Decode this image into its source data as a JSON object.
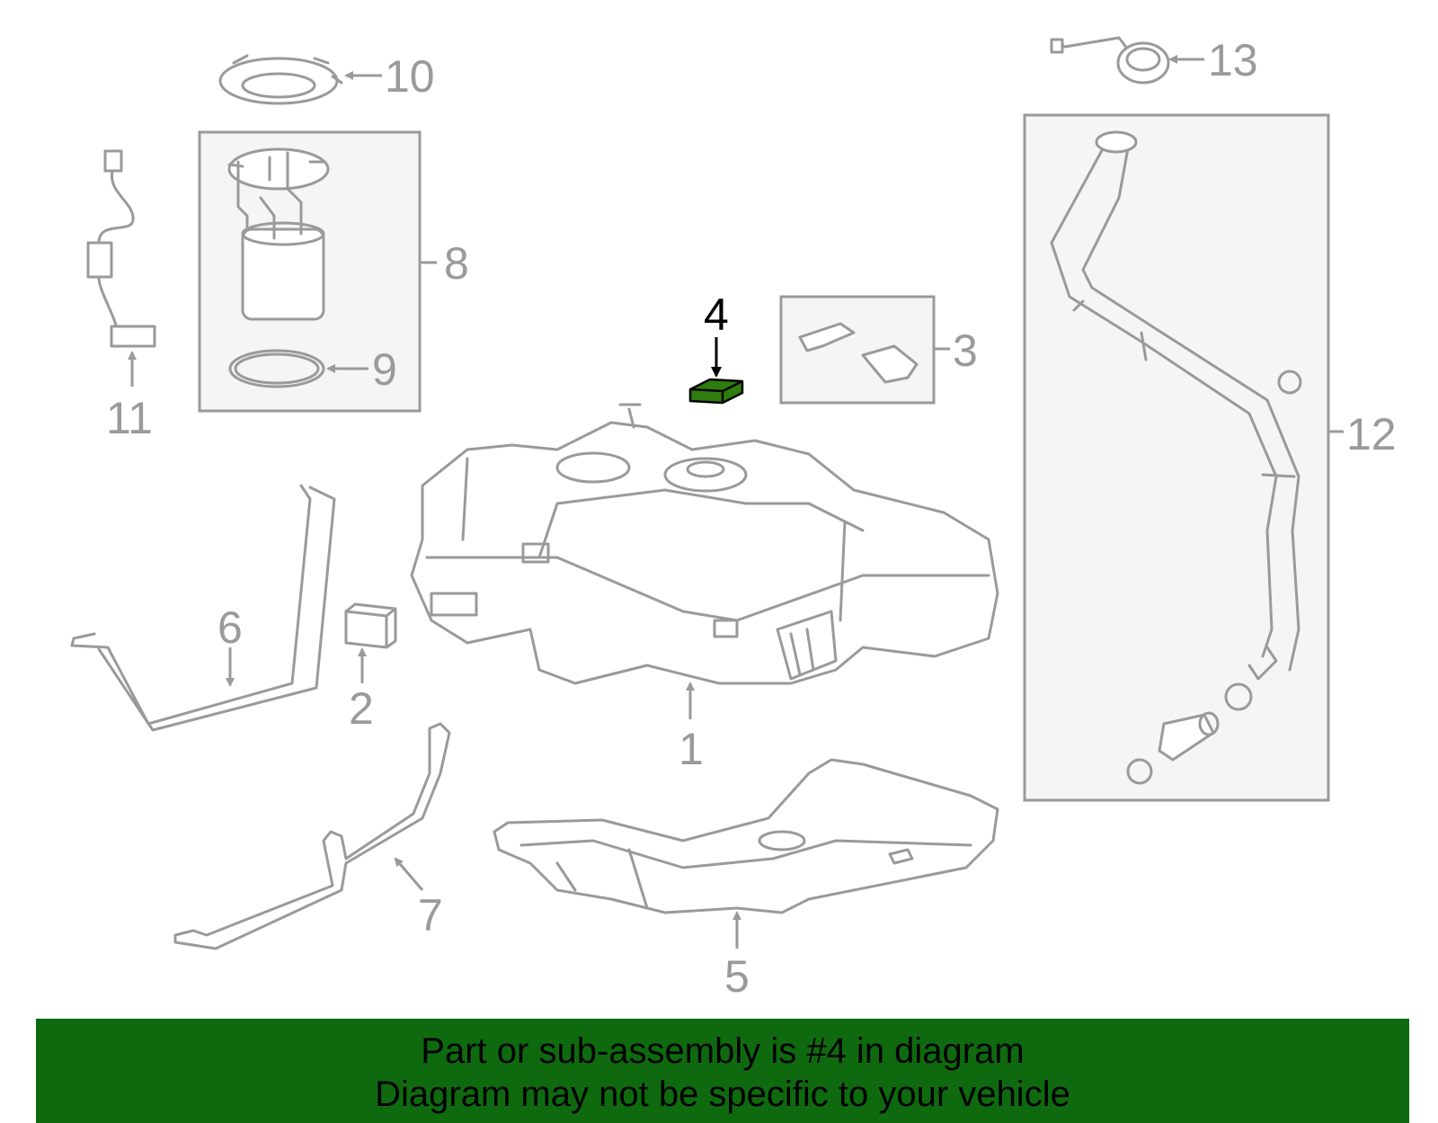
{
  "diagram": {
    "highlight_color": "#2e7d0f",
    "callouts": {
      "c1": "1",
      "c2": "2",
      "c3": "3",
      "c4": "4",
      "c5": "5",
      "c6": "6",
      "c7": "7",
      "c8": "8",
      "c9": "9",
      "c10": "10",
      "c11": "11",
      "c12": "12",
      "c13": "13"
    },
    "highlighted_part": "4"
  },
  "banner": {
    "background": "#0f6a0f",
    "line1": "Part or sub-assembly is #4 in diagram",
    "line2": "Diagram may not be specific to your vehicle"
  }
}
